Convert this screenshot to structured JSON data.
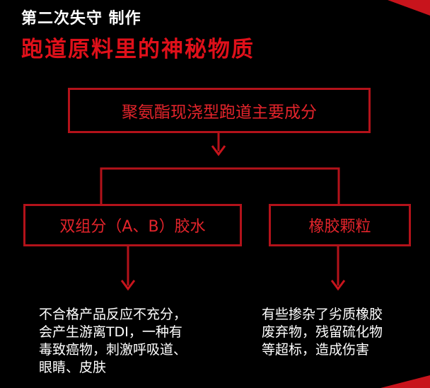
{
  "header": {
    "credit": "第二次失守 制作",
    "title": "跑道原料里的神秘物质"
  },
  "diagram": {
    "root": "聚氨酯现浇型跑道主要成分",
    "branches": [
      {
        "label": "双组分（A、B）胶水",
        "description": [
          "不合格产品反应不充分，",
          "会产生游离TDI，一种有",
          "毒致癌物，刺激呼吸道、",
          "眼睛、皮肤"
        ]
      },
      {
        "label": "橡胶颗粒",
        "description": [
          "有些掺杂了劣质橡胶",
          "废弃物，残留硫化物",
          "等超标，造成伤害"
        ]
      }
    ]
  },
  "colors": {
    "background": "#000000",
    "accent": "#e0101a",
    "box_border": "#b3121a",
    "text": "#ffffff"
  }
}
